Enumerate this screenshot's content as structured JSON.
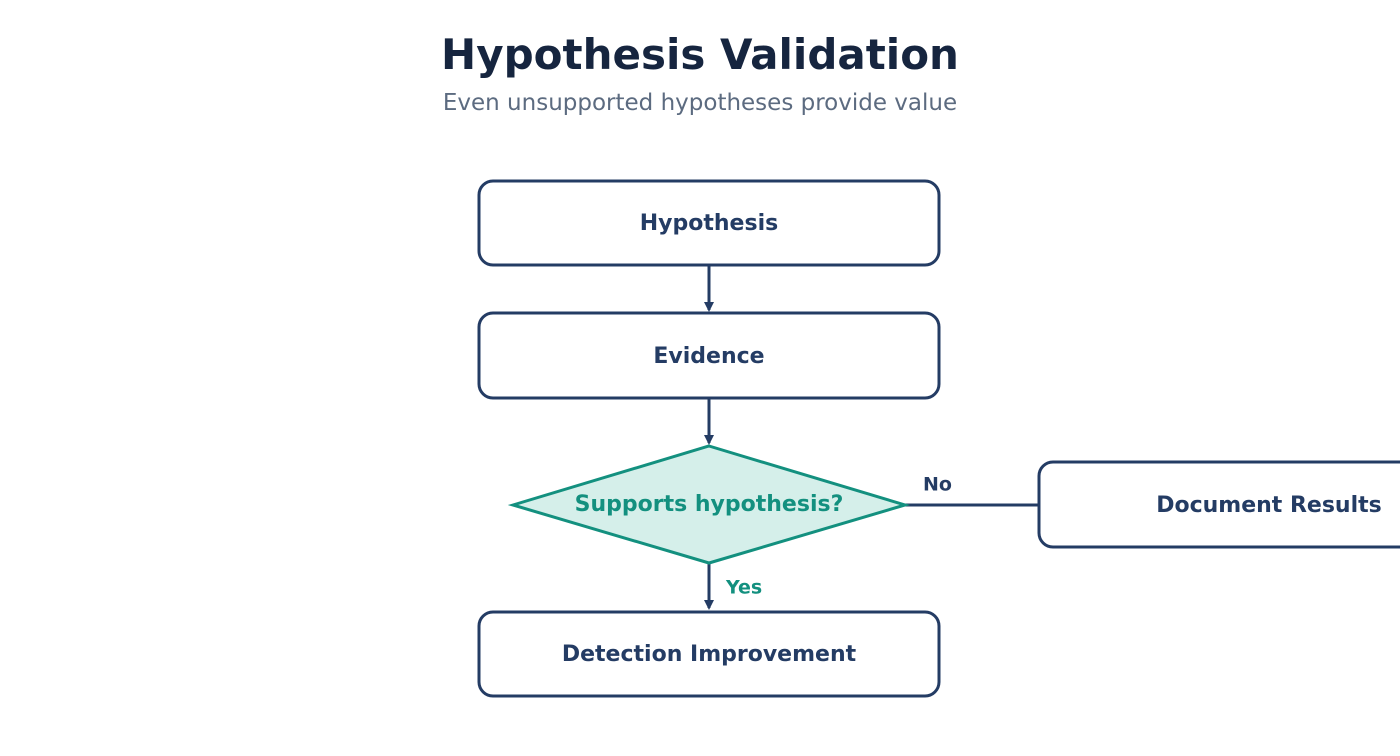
{
  "header": {
    "title": "Hypothesis Validation",
    "subtitle": "Even unsupported hypotheses provide value"
  },
  "nodes": {
    "hypothesis": "Hypothesis",
    "evidence": "Evidence",
    "decision": "Supports hypothesis?",
    "document_results": "Document Results",
    "detection_improvement": "Detection Improvement"
  },
  "edges": {
    "no_label": "No",
    "yes_label": "Yes"
  },
  "colors": {
    "node_stroke": "#243c64",
    "decision_stroke": "#13907f",
    "decision_fill": "#d5efea",
    "title": "#16253f",
    "subtitle": "#5c6b80"
  }
}
